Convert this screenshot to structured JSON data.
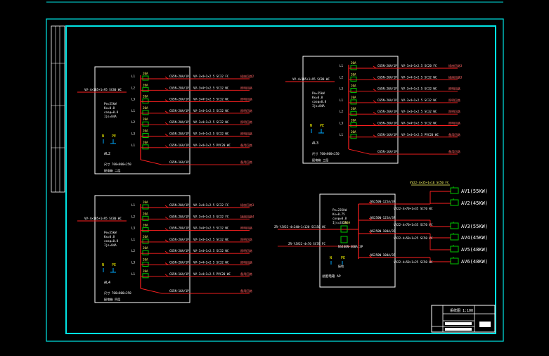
{
  "colors": {
    "background": "#000000",
    "frame": "#00e5e5",
    "box": "#ffffff",
    "bus": "#ff2020",
    "breaker": "#00c800",
    "text": "#ffffff",
    "feeder_text": "#ffff66",
    "label_text": "#ff6666"
  },
  "panels": [
    {
      "id": "AL2",
      "incoming": "VV-4×185+1×95 SC80 WC",
      "params": [
        "Pe=55kW",
        "Kx=0.8",
        "cosφ=0.8",
        "Ijs=84A"
      ],
      "panel_name": "AL2",
      "panel_size": "尺寸 700×800×250",
      "panel_desc": "配电箱 二层",
      "circuits": [
        {
          "phase": "L1",
          "rating": "20A",
          "breaker": "C65N-20A/1P",
          "cable": "VV-3×4+1×2.5 SC32 FC",
          "load": "插座回路2"
        },
        {
          "phase": "L2",
          "rating": "20A",
          "breaker": "C65N-20A/1P",
          "cable": "VV-3×4+1×2.5 SC32 WC",
          "load": "照明回路"
        },
        {
          "phase": "L3",
          "rating": "20A",
          "breaker": "C65N-20A/1P",
          "cable": "VV-3×4+1×2.5 SC32 WC",
          "load": "照明回路"
        },
        {
          "phase": "L1",
          "rating": "20A",
          "breaker": "C65N-20A/1P",
          "cable": "VV-3×4+1×2.5 SC32 WC",
          "load": "照明回路"
        },
        {
          "phase": "L2",
          "rating": "20A",
          "breaker": "C65N-20A/1P",
          "cable": "VV-3×4+1×2.5 SC32 WC",
          "load": "照明回路"
        },
        {
          "phase": "L3",
          "rating": "20A",
          "breaker": "C65N-20A/1P",
          "cable": "VV-3×4+1×2.5 SC32 WC",
          "load": "照明回路"
        },
        {
          "phase": "L1",
          "rating": "20A",
          "breaker": "C65N-16A/1P",
          "cable": "VV-3×4+1×2.5 PVC20 WC",
          "load": "备用回路"
        },
        {
          "phase": "",
          "rating": "",
          "breaker": "C65N-16A/1P",
          "cable": "",
          "load": "备用回路"
        }
      ]
    },
    {
      "id": "AL3",
      "incoming": "VV-4×185+1×95 SC80 WC",
      "params": [
        "Pe=55kW",
        "Kx=0.8",
        "cosφ=0.8",
        "Ijs=84A"
      ],
      "panel_name": "AL3",
      "panel_size": "尺寸 700×800×250",
      "panel_desc": "配电箱 三层",
      "circuits": [
        {
          "phase": "L1",
          "rating": "20A",
          "breaker": "C65N-20A/1P",
          "cable": "VV-3×4+1×2.5 SC20 FC",
          "load": "插座回路3"
        },
        {
          "phase": "L2",
          "rating": "20A",
          "breaker": "C65N-20A/1P",
          "cable": "VV-3×4+1×2.5 SC32 WC",
          "load": "插座回路3"
        },
        {
          "phase": "L3",
          "rating": "20A",
          "breaker": "C65N-20A/1P",
          "cable": "VV-3×4+1×2.5 SC32 WC",
          "load": "照明回路"
        },
        {
          "phase": "L1",
          "rating": "20A",
          "breaker": "C65N-20A/1P",
          "cable": "VV-3×4+1×2.5 SC32 WC",
          "load": "照明回路"
        },
        {
          "phase": "L2",
          "rating": "20A",
          "breaker": "C65N-20A/1P",
          "cable": "VV-3×4+1×2.5 SC32 WC",
          "load": "照明回路"
        },
        {
          "phase": "L3",
          "rating": "20A",
          "breaker": "C65N-20A/1P",
          "cable": "VV-3×4+1×2.5 SC32 WC",
          "load": "照明回路"
        },
        {
          "phase": "L1",
          "rating": "20A",
          "breaker": "C65N-16A/1P",
          "cable": "VV-3×4+1×2.5 PVC20 WC",
          "load": "备用回路"
        },
        {
          "phase": "",
          "rating": "",
          "breaker": "C65N-16A/1P",
          "cable": "",
          "load": "备用回路"
        }
      ]
    },
    {
      "id": "AL4",
      "incoming": "VV-4×185+1×95 SC80 WC",
      "params": [
        "Pe=55kW",
        "Kx=0.8",
        "cosφ=0.8",
        "Ijs=84A"
      ],
      "panel_name": "AL4",
      "panel_size": "尺寸 700×800×250",
      "panel_desc": "配电箱 四层",
      "circuits": [
        {
          "phase": "L1",
          "rating": "20A",
          "breaker": "C65N-20A/1P",
          "cable": "VV-3×4+1×2.5 SC32 FC",
          "load": "插座回路3"
        },
        {
          "phase": "L2",
          "rating": "20A",
          "breaker": "C65N-20A/1P",
          "cable": "VV-3×4+1×2.5 SC32 FC",
          "load": "插座回路4"
        },
        {
          "phase": "L3",
          "rating": "20A",
          "breaker": "C65N-20A/1P",
          "cable": "VV-3×4+1×2.5 SC32 WC",
          "load": "照明回路"
        },
        {
          "phase": "L1",
          "rating": "20A",
          "breaker": "C65N-20A/1P",
          "cable": "VV-3×4+1×2.5 SC32 WC",
          "load": "照明回路"
        },
        {
          "phase": "L2",
          "rating": "20A",
          "breaker": "C65N-20A/1P",
          "cable": "VV-3×4+1×2.5 SC32 WC",
          "load": "照明回路"
        },
        {
          "phase": "L3",
          "rating": "20A",
          "breaker": "C65N-20A/1P",
          "cable": "VV-3×4+1×2.5 SC32 WC",
          "load": "照明回路"
        },
        {
          "phase": "L1",
          "rating": "20A",
          "breaker": "C65N-16A/1P",
          "cable": "VV-3×4+1×2.5 PVC20 WC",
          "load": "备用回路"
        },
        {
          "phase": "",
          "rating": "",
          "breaker": "C65N-16A/1P",
          "cable": "",
          "load": "备用回路"
        }
      ]
    }
  ],
  "main_panel": {
    "incoming": "ZR-YJV22-4×240+1×120 SC150 WC",
    "incoming2": "ZR-YJV22-4×70 SC70 FC",
    "params": [
      "Pe=235kW",
      "Kx=0.75",
      "cosφ=0.8",
      "Ijs=335A"
    ],
    "main_breaker": "NS400N-400A/3P",
    "rating": "250A",
    "earthing": "接地",
    "panel_desc": "总配电箱 AP",
    "top_cable": "VV22-4×35+1×16 SC50 FC",
    "feeders": [
      {
        "breaker": "NS250N-125A/3P",
        "cable": "VV22-4×70+1×35 SC70 WC",
        "target": "AV1(55KW)"
      },
      {
        "breaker": "",
        "cable": "",
        "target": "AV2(45KW)"
      },
      {
        "breaker": "NS250N-125A/3P",
        "cable": "VV22-4×70+1×35 SC70 WC",
        "target": "AV3(55KW)"
      },
      {
        "breaker": "NS250N-100A/3P",
        "cable": "VV22-4×50+1×25 SC50 WC",
        "target": "AV4(45KW)"
      },
      {
        "breaker": "",
        "cable": "",
        "target": "AV5(48KW)"
      },
      {
        "breaker": "NS250N-100A/3P",
        "cable": "VV22-4×50+1×25 SC50 WC",
        "target": "AV6(48KW)"
      }
    ]
  },
  "ground_labels": {
    "n": "N",
    "pe": "PE"
  },
  "title_block": {
    "drawing_title": "系统图 1:100"
  }
}
